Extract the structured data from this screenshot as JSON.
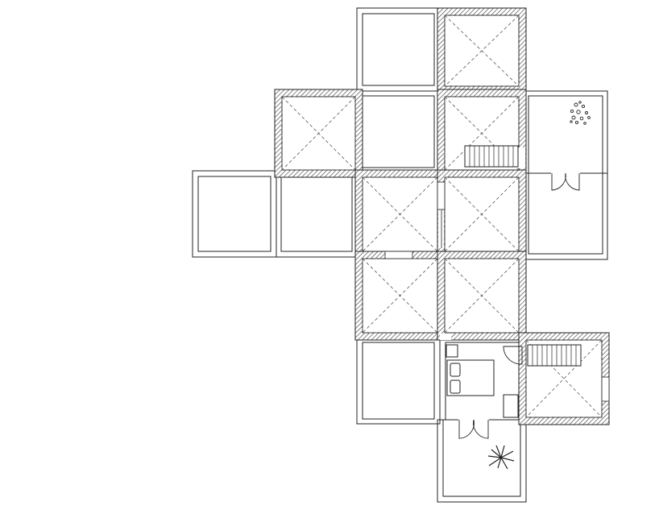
{
  "drawing": {
    "type": "architectural floor plan",
    "colors": {
      "line": "#222222",
      "background": "#ffffff",
      "hatch": "#444444"
    },
    "elements": [
      "room-grid",
      "open-void-x-marks",
      "staircase-north",
      "staircase-south",
      "bedroom-furniture",
      "garden-shrub",
      "garden-tree",
      "double-doors"
    ]
  }
}
